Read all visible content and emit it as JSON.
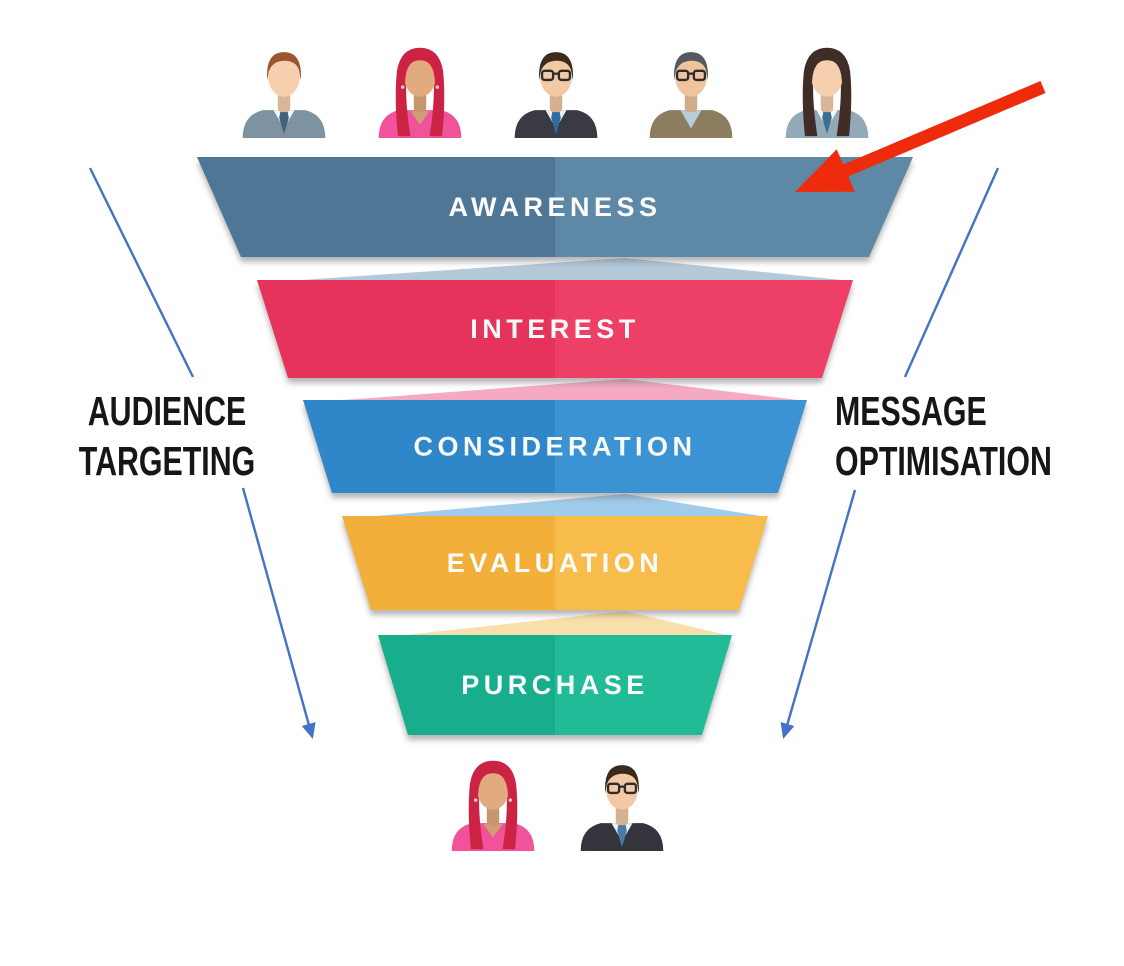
{
  "meta": {
    "background": "#ffffff"
  },
  "funnel": {
    "label_color": "#ffffff",
    "stages": [
      {
        "id": "awareness",
        "label": "AWARENESS",
        "color_left": "#4f7795",
        "color_right": "#5d88a6",
        "tint": "#aec5d8"
      },
      {
        "id": "interest",
        "label": "INTEREST",
        "color_left": "#e5335c",
        "color_right": "#ee3f66",
        "tint": "#f4a3bd"
      },
      {
        "id": "consideration",
        "label": "CONSIDERATION",
        "color_left": "#2f86c8",
        "color_right": "#3b93d4",
        "tint": "#9ac8ea"
      },
      {
        "id": "evaluation",
        "label": "EVALUATION",
        "color_left": "#f2b03a",
        "color_right": "#f7bc4a",
        "tint": "#f8dca4"
      },
      {
        "id": "purchase",
        "label": "PURCHASE",
        "color_left": "#18ae8d",
        "color_right": "#21bb98",
        "tint": "#a2dccd"
      }
    ]
  },
  "annotations": {
    "left_label": {
      "line1": "AUDIENCE",
      "line2": "TARGETING",
      "color": "#161616"
    },
    "right_label": {
      "line1": "MESSAGE",
      "line2": "OPTIMISATION",
      "color": "#161616"
    },
    "guide_arrow_color": "#4472c6",
    "red_arrow_color": "#ee2c0c"
  },
  "avatars": {
    "top": [
      {
        "id": "man-brown-hair",
        "skin": "#f6cfae",
        "hair": "#9c5530",
        "hair_style": "short",
        "top": "#7d93a2",
        "shirt": "#f4f8fa",
        "tie": "#44607a",
        "glasses": false,
        "earrings": false
      },
      {
        "id": "woman-red-hair",
        "skin": "#e2ab7f",
        "hair": "#cc2244",
        "hair_style": "long",
        "top": "#f0539b",
        "shirt": null,
        "tie": null,
        "glasses": false,
        "earrings": true
      },
      {
        "id": "man-glasses-dark-suit",
        "skin": "#f2c9a4",
        "hair": "#3d2b1c",
        "hair_style": "short",
        "top": "#3a3a42",
        "shirt": "#e8f3fb",
        "tie": "#2e6da4",
        "glasses": true,
        "earrings": false
      },
      {
        "id": "man-glasses-brown-jacket",
        "skin": "#eec49f",
        "hair": "#55585c",
        "hair_style": "short",
        "top": "#8c7c60",
        "shirt": "#b9cdd6",
        "tie": null,
        "glasses": true,
        "earrings": false
      },
      {
        "id": "woman-dark-hair",
        "skin": "#f6cfae",
        "hair": "#402d27",
        "hair_style": "long",
        "top": "#92a9b8",
        "shirt": "#f5f9fb",
        "tie": "#3c6e92",
        "glasses": false,
        "earrings": false
      }
    ],
    "bottom": [
      {
        "id": "woman-red-hair-buyer",
        "skin": "#e2ab7f",
        "hair": "#cc2244",
        "hair_style": "long",
        "top": "#f0539b",
        "shirt": null,
        "tie": null,
        "glasses": false,
        "earrings": true
      },
      {
        "id": "man-glasses-suit-buyer",
        "skin": "#f2c9a4",
        "hair": "#3a2a1a",
        "hair_style": "short",
        "top": "#34343c",
        "shirt": "#e8f3fb",
        "tie": "#4a7ba6",
        "glasses": true,
        "earrings": false
      }
    ]
  }
}
